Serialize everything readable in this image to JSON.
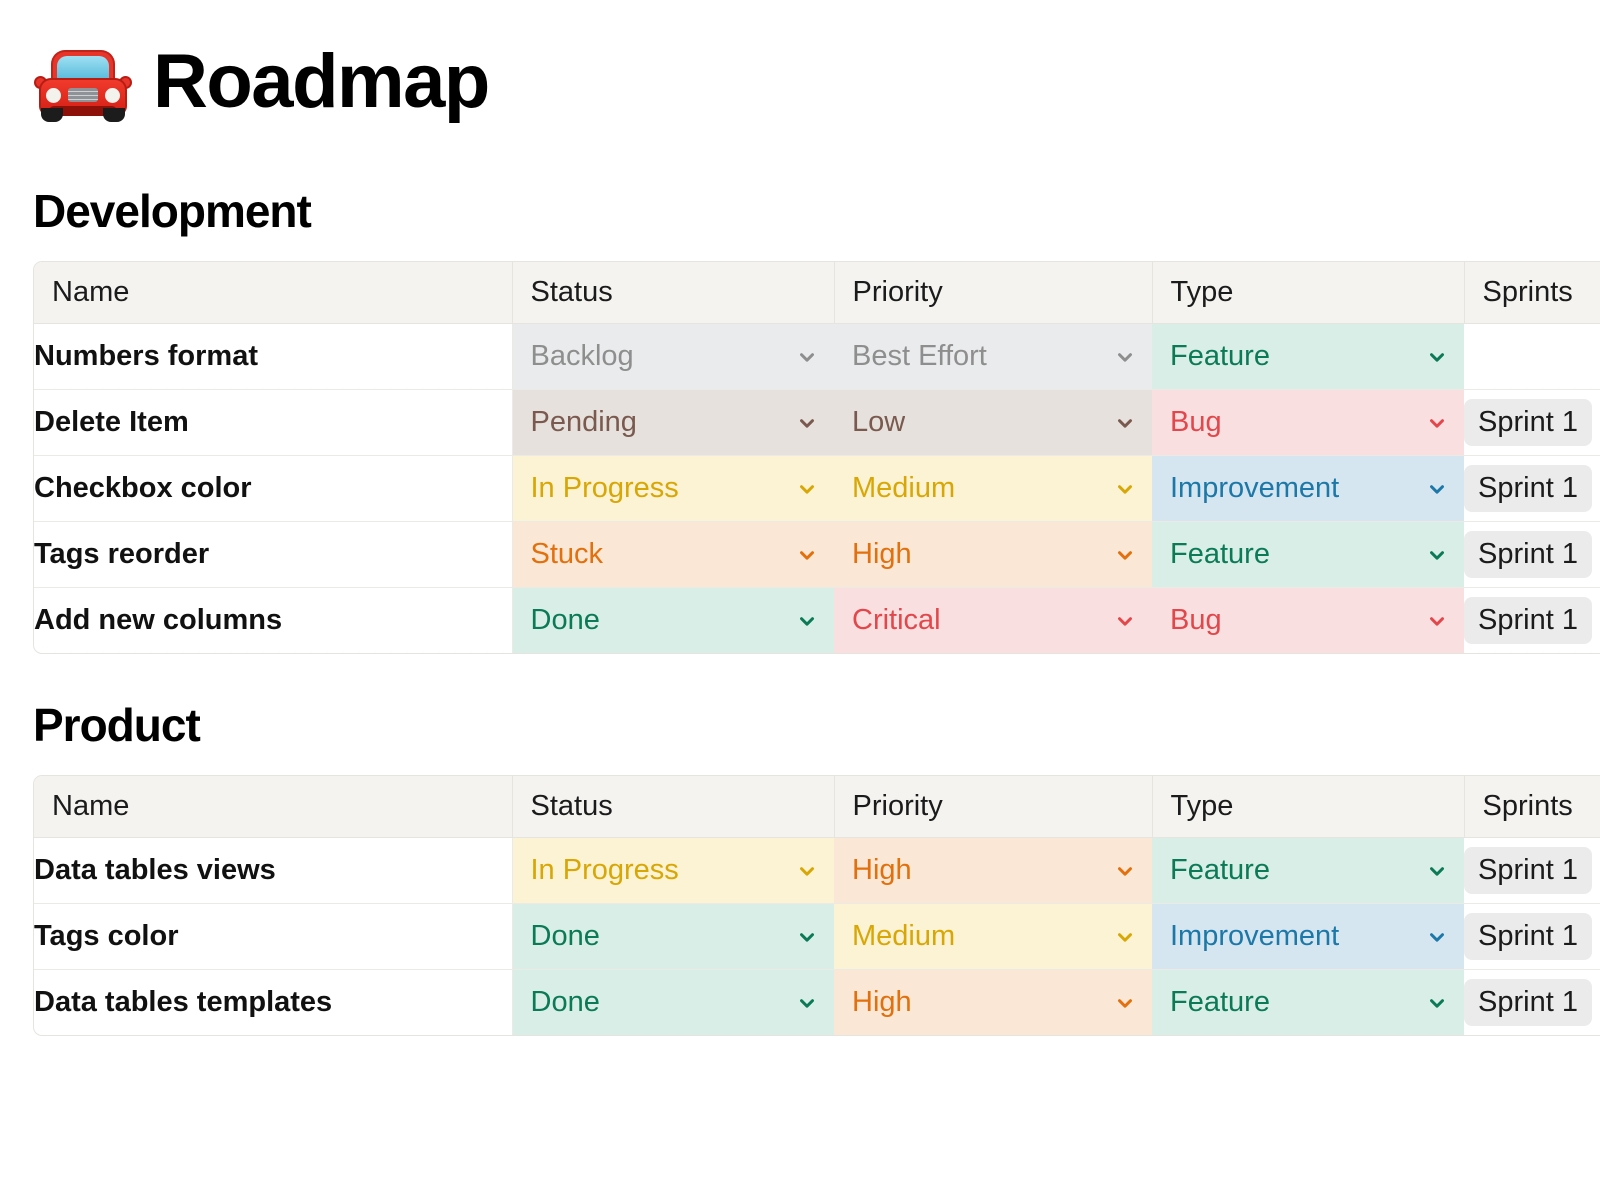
{
  "page": {
    "title": "Roadmap",
    "title_emoji_name": "red-car-emoji"
  },
  "icons": {
    "chevron_down": "chevron-down-icon"
  },
  "palette": {
    "grey_bg": "#e9ebed",
    "grey_fg": "#8e8e8e",
    "brown_bg": "#e6e1dd",
    "brown_fg": "#7a5a4e",
    "amber_bg": "#fbf3d3",
    "amber_fg": "#d8a705",
    "orange_bg": "#fae7d6",
    "orange_fg": "#e2700c",
    "green_bg": "#d8eee6",
    "green_fg": "#0b7a56",
    "red_bg": "#fadfe0",
    "red_fg": "#e2474b",
    "blue_bg": "#d6e6f0",
    "blue_fg": "#1c78a8",
    "header_bg": "#f4f3f0",
    "tag_bg": "#ebebeb",
    "border": "#e6e4df"
  },
  "sections": [
    {
      "heading": "Development",
      "columns": [
        "Name",
        "Status",
        "Priority",
        "Type",
        "Sprints"
      ],
      "rows": [
        {
          "name": "Numbers format",
          "status": {
            "label": "Backlog",
            "theme": "grey"
          },
          "priority": {
            "label": "Best Effort",
            "theme": "grey"
          },
          "type": {
            "label": "Feature",
            "theme": "green"
          },
          "sprints": []
        },
        {
          "name": "Delete Item",
          "status": {
            "label": "Pending",
            "theme": "brown"
          },
          "priority": {
            "label": "Low",
            "theme": "brown"
          },
          "type": {
            "label": "Bug",
            "theme": "red"
          },
          "sprints": [
            "Sprint 1"
          ]
        },
        {
          "name": "Checkbox color",
          "status": {
            "label": "In Progress",
            "theme": "amber"
          },
          "priority": {
            "label": "Medium",
            "theme": "amber"
          },
          "type": {
            "label": "Improvement",
            "theme": "blue"
          },
          "sprints": [
            "Sprint 1"
          ]
        },
        {
          "name": "Tags reorder",
          "status": {
            "label": "Stuck",
            "theme": "orange"
          },
          "priority": {
            "label": "High",
            "theme": "orange"
          },
          "type": {
            "label": "Feature",
            "theme": "green"
          },
          "sprints": [
            "Sprint 1"
          ]
        },
        {
          "name": "Add new columns",
          "status": {
            "label": "Done",
            "theme": "green"
          },
          "priority": {
            "label": "Critical",
            "theme": "red"
          },
          "type": {
            "label": "Bug",
            "theme": "red"
          },
          "sprints": [
            "Sprint 1"
          ]
        }
      ]
    },
    {
      "heading": "Product",
      "columns": [
        "Name",
        "Status",
        "Priority",
        "Type",
        "Sprints"
      ],
      "rows": [
        {
          "name": "Data tables views",
          "status": {
            "label": "In Progress",
            "theme": "amber"
          },
          "priority": {
            "label": "High",
            "theme": "orange"
          },
          "type": {
            "label": "Feature",
            "theme": "green"
          },
          "sprints": [
            "Sprint 1"
          ]
        },
        {
          "name": "Tags color",
          "status": {
            "label": "Done",
            "theme": "green"
          },
          "priority": {
            "label": "Medium",
            "theme": "amber"
          },
          "type": {
            "label": "Improvement",
            "theme": "blue"
          },
          "sprints": [
            "Sprint 1"
          ]
        },
        {
          "name": "Data tables templates",
          "status": {
            "label": "Done",
            "theme": "green"
          },
          "priority": {
            "label": "High",
            "theme": "orange"
          },
          "type": {
            "label": "Feature",
            "theme": "green"
          },
          "sprints": [
            "Sprint 1"
          ]
        }
      ]
    }
  ]
}
